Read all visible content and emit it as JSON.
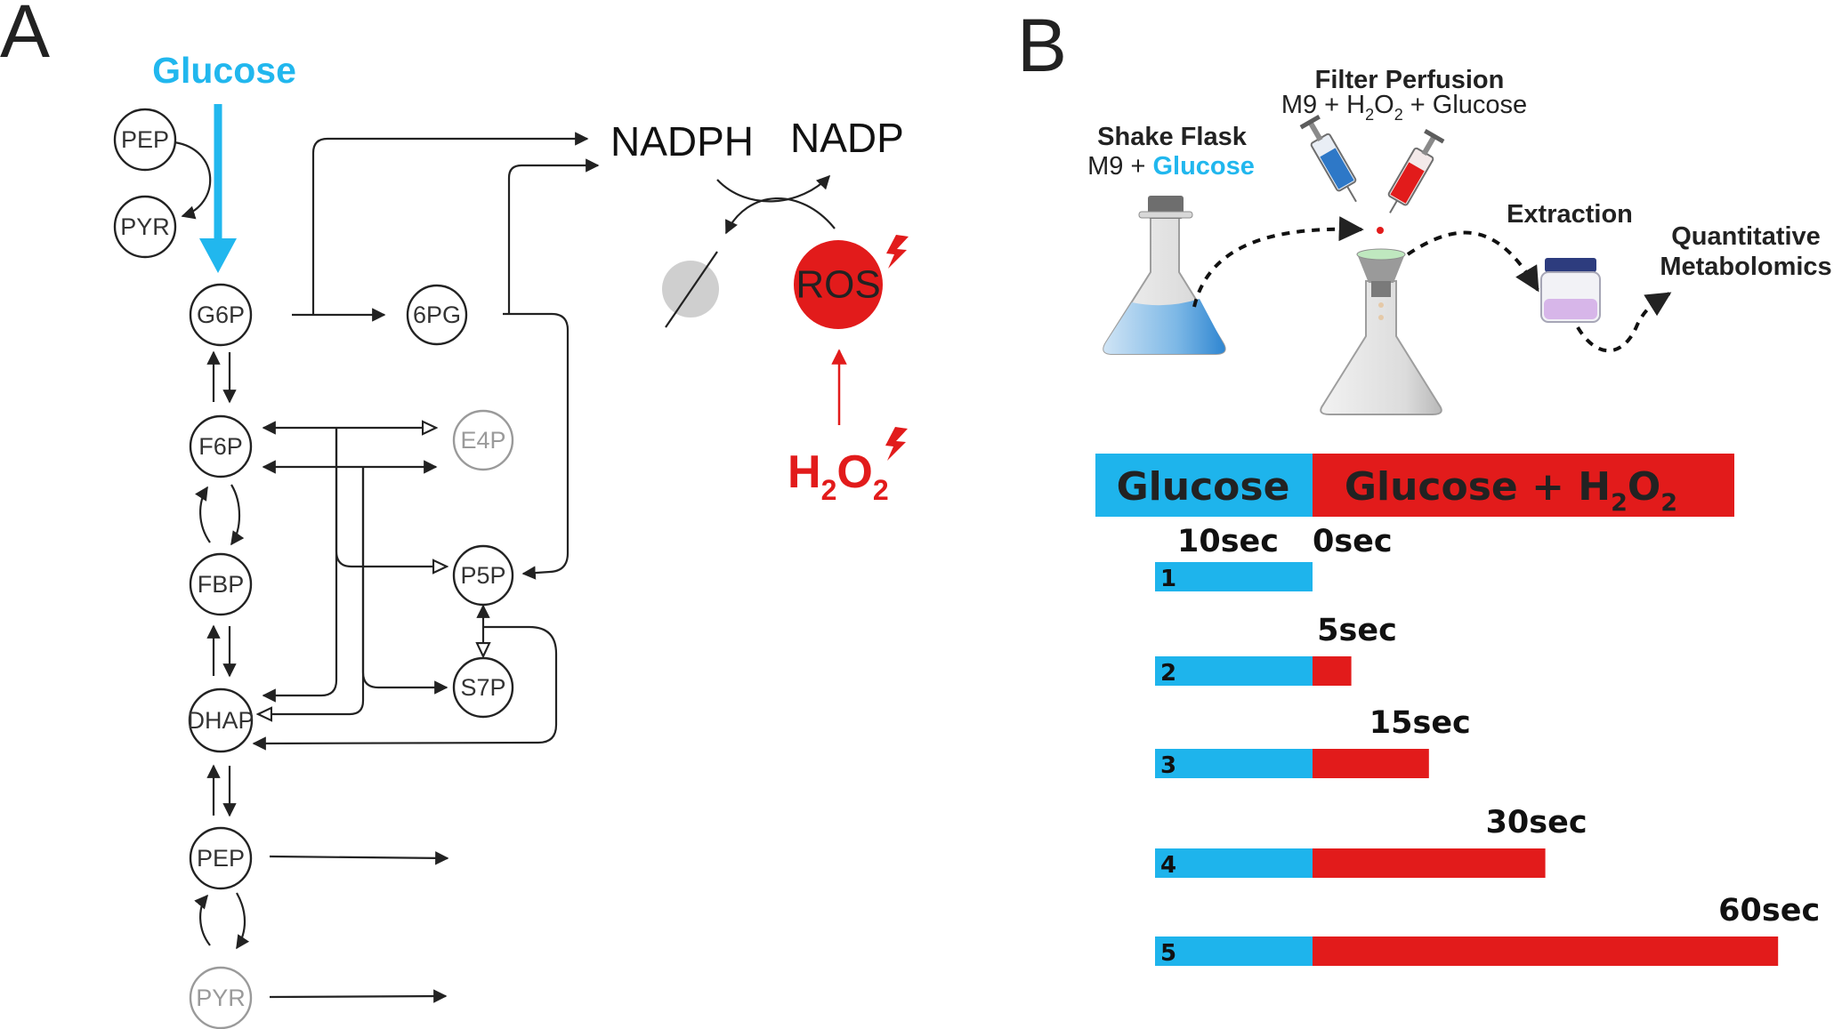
{
  "colors": {
    "glucose_blue": "#1eb4ec",
    "h2o2_red": "#e21b1b",
    "dark": "#222222",
    "gray": "#9a9a9a",
    "light_gray_disc": "#cfcfcf"
  },
  "panel_a": {
    "letter": "A",
    "glucose_label": "Glucose",
    "nodes": {
      "pep_top": "PEP",
      "pyr_top": "PYR",
      "g6p": "G6P",
      "sixpg": "6PG",
      "f6p": "F6P",
      "e4p": "E4P",
      "fbp": "FBP",
      "p5p": "P5P",
      "s7p": "S7P",
      "dhap": "DHAP",
      "pep": "PEP",
      "pyr": "PYR"
    },
    "nadph": "NADPH",
    "nadp": "NADP",
    "ros": "ROS",
    "h2o2": {
      "h": "H",
      "sub1": "2",
      "o": "O",
      "sub2": "2"
    }
  },
  "panel_b": {
    "letter": "B",
    "shake_flask_title": "Shake Flask",
    "shake_flask_medium_prefix": "M9 + ",
    "shake_flask_medium_glucose": "Glucose",
    "filter_title": "Filter Perfusion",
    "filter_medium": {
      "a": "M9 + H",
      "s1": "2",
      "b": "O",
      "s2": "2",
      "c": " + Glucose"
    },
    "extraction_title": "Extraction",
    "quant_line1": "Quantitative",
    "quant_line2": "Metabolomics",
    "timeline_glucose": "Glucose",
    "timeline_mix": {
      "a": "Glucose + H",
      "s1": "2",
      "b": "O",
      "s2": "2"
    },
    "samples": [
      {
        "index": "1",
        "time_label": "10sec",
        "time_label_2": "0sec",
        "h2o2_seconds": 0
      },
      {
        "index": "2",
        "time_label": "5sec",
        "h2o2_seconds": 5
      },
      {
        "index": "3",
        "time_label": "15sec",
        "h2o2_seconds": 15
      },
      {
        "index": "4",
        "time_label": "30sec",
        "h2o2_seconds": 30
      },
      {
        "index": "5",
        "time_label": "60sec",
        "h2o2_seconds": 60
      }
    ]
  }
}
